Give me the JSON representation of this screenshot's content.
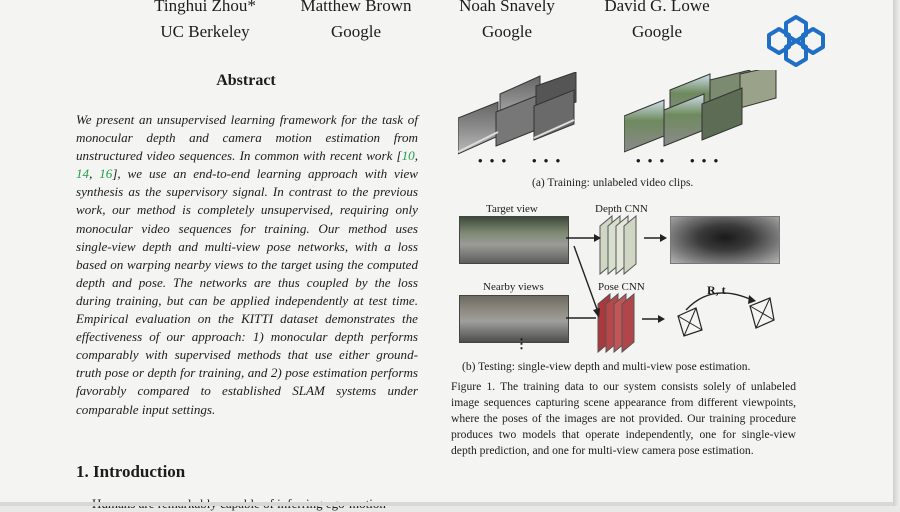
{
  "authors": [
    {
      "name": "Tinghui Zhou*",
      "affiliation": "UC Berkeley"
    },
    {
      "name": "Matthew Brown",
      "affiliation": "Google"
    },
    {
      "name": "Noah Snavely",
      "affiliation": "Google"
    },
    {
      "name": "David G. Lowe",
      "affiliation": "Google"
    }
  ],
  "abstract": {
    "title": "Abstract",
    "part1": "We present an unsupervised learning framework for the task of monocular depth and camera motion estimation from unstructured video sequences. In common with recent work [",
    "cite1": "10",
    "sep1": ", ",
    "cite2": "14",
    "sep2": ", ",
    "cite3": "16",
    "part2": "], we use an end-to-end learning approach with view synthesis as the supervisory signal. In contrast to the previous work, our method is completely unsupervised, requiring only monocular video sequences for training. Our method uses single-view depth and multi-view pose networks, with a loss based on warping nearby views to the target using the computed depth and pose. The networks are thus coupled by the loss during training, but can be applied independently at test time. Empirical evaluation on the KITTI dataset demonstrates the effectiveness of our approach: 1) monocular depth performs comparably with supervised methods that use either ground-truth pose or depth for training, and 2) pose estimation performs favorably compared to established SLAM systems under comparable input settings."
  },
  "intro": {
    "title": "1. Introduction",
    "first_line": "Humans are remarkably capable of inferring ego-motion"
  },
  "figure": {
    "caption_a": "(a) Training: unlabeled video clips.",
    "caption_b": "(b) Testing: single-view depth and multi-view pose estimation.",
    "label_target_view": "Target view",
    "label_depth_cnn": "Depth CNN",
    "label_nearby_views": "Nearby views",
    "label_pose_cnn": "Pose CNN",
    "label_rt": "R, t",
    "ellipsis": "• • •",
    "caption": "Figure 1. The training data to our system consists solely of unlabeled image sequences capturing scene appearance from different viewpoints, where the poses of the images are not provided. Our training procedure produces two models that operate independently, one for single-view depth prediction, and one for multi-view camera pose estimation."
  },
  "colors": {
    "citation": "#22a04d",
    "logo": "#1f6fc7",
    "pose_cnn": "#b8474a",
    "depth_cnn": "#cfd6c4"
  }
}
